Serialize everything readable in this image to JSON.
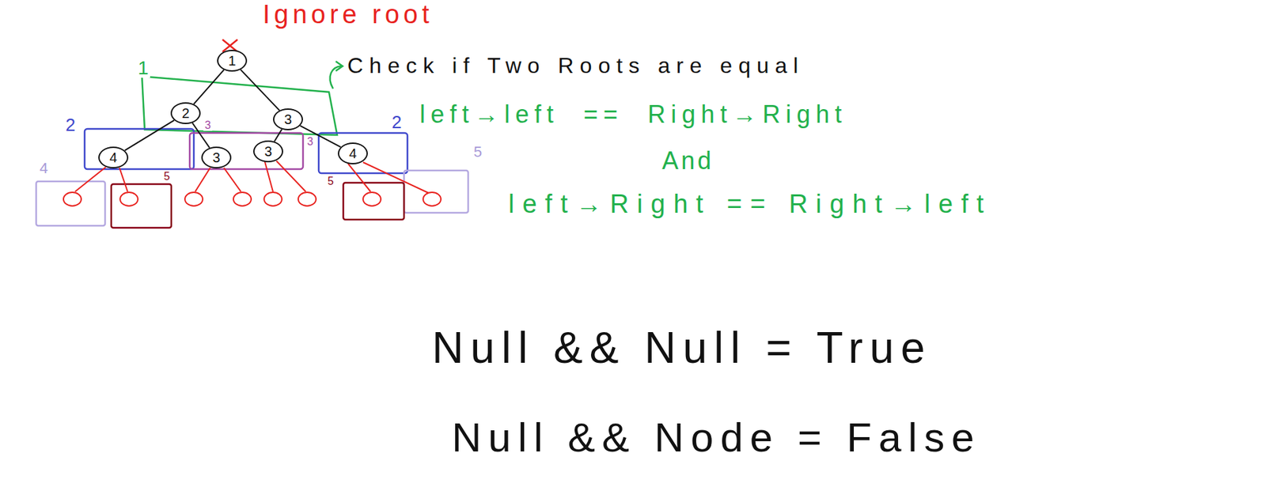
{
  "diagram": {
    "nodes": [
      {
        "text": [
          "1"
        ]
      },
      {
        "text": [
          "2"
        ]
      },
      {
        "text": [
          "3"
        ]
      },
      {
        "text": [
          "4"
        ]
      },
      {
        "text": [
          "3"
        ]
      },
      {
        "text": [
          "3"
        ]
      },
      {
        "text": [
          "4"
        ]
      }
    ],
    "edges": [
      {
        "from": 0,
        "to": 1,
        "arrow": "none"
      },
      {
        "from": 0,
        "to": 2,
        "arrow": "none"
      },
      {
        "from": 1,
        "to": 3,
        "arrow": "none"
      },
      {
        "from": 1,
        "to": 4,
        "arrow": "none"
      },
      {
        "from": 2,
        "to": 5,
        "arrow": "none"
      },
      {
        "from": 2,
        "to": 6,
        "arrow": "none"
      }
    ],
    "labels": [
      "Ignore root",
      "1",
      "Check if Two Roots are equal",
      "left→left  ==  Right→Right",
      "2",
      "2",
      "3",
      "3",
      "And",
      "4",
      "5",
      "5",
      "5",
      "left→Right == Right→left",
      "Null && Null = True",
      "Null && Node = False"
    ]
  }
}
